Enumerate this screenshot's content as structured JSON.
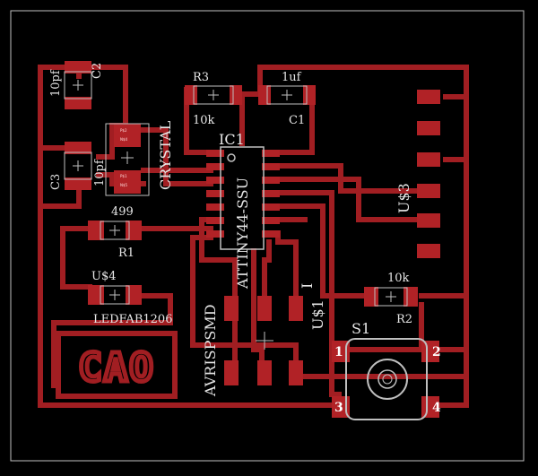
{
  "colors": {
    "background": "#000000",
    "copper": "#a11e22",
    "silkscreen": "#e6e6e6",
    "outline": "#bfbfbf"
  },
  "components": {
    "c2": {
      "value": "10pf",
      "name": "C2"
    },
    "c3": {
      "value": "10pf",
      "name": "C3"
    },
    "crystal": {
      "name": "CRYSTAL",
      "pad1": "P$1",
      "pad2": "P$2",
      "pad3": "N$5",
      "pad4": "N$4"
    },
    "r3": {
      "name": "R3",
      "value": "10k"
    },
    "c1": {
      "name": "C1",
      "value": "1uf"
    },
    "ic1": {
      "name": "IC1",
      "part": "ATTINY44-SSU"
    },
    "r1": {
      "name": "R1",
      "value": "499"
    },
    "led": {
      "name": "U$4",
      "part": "LEDFAB1206"
    },
    "avr": {
      "name": "AVRISPSMD"
    },
    "u1": {
      "name": "U$1",
      "marker": "I"
    },
    "u3": {
      "name": "U$3"
    },
    "r2": {
      "name": "R2",
      "value": "10k"
    },
    "s1": {
      "name": "S1",
      "pins": [
        "1",
        "2",
        "3",
        "4"
      ]
    },
    "logo": {
      "text": "CAO"
    }
  }
}
